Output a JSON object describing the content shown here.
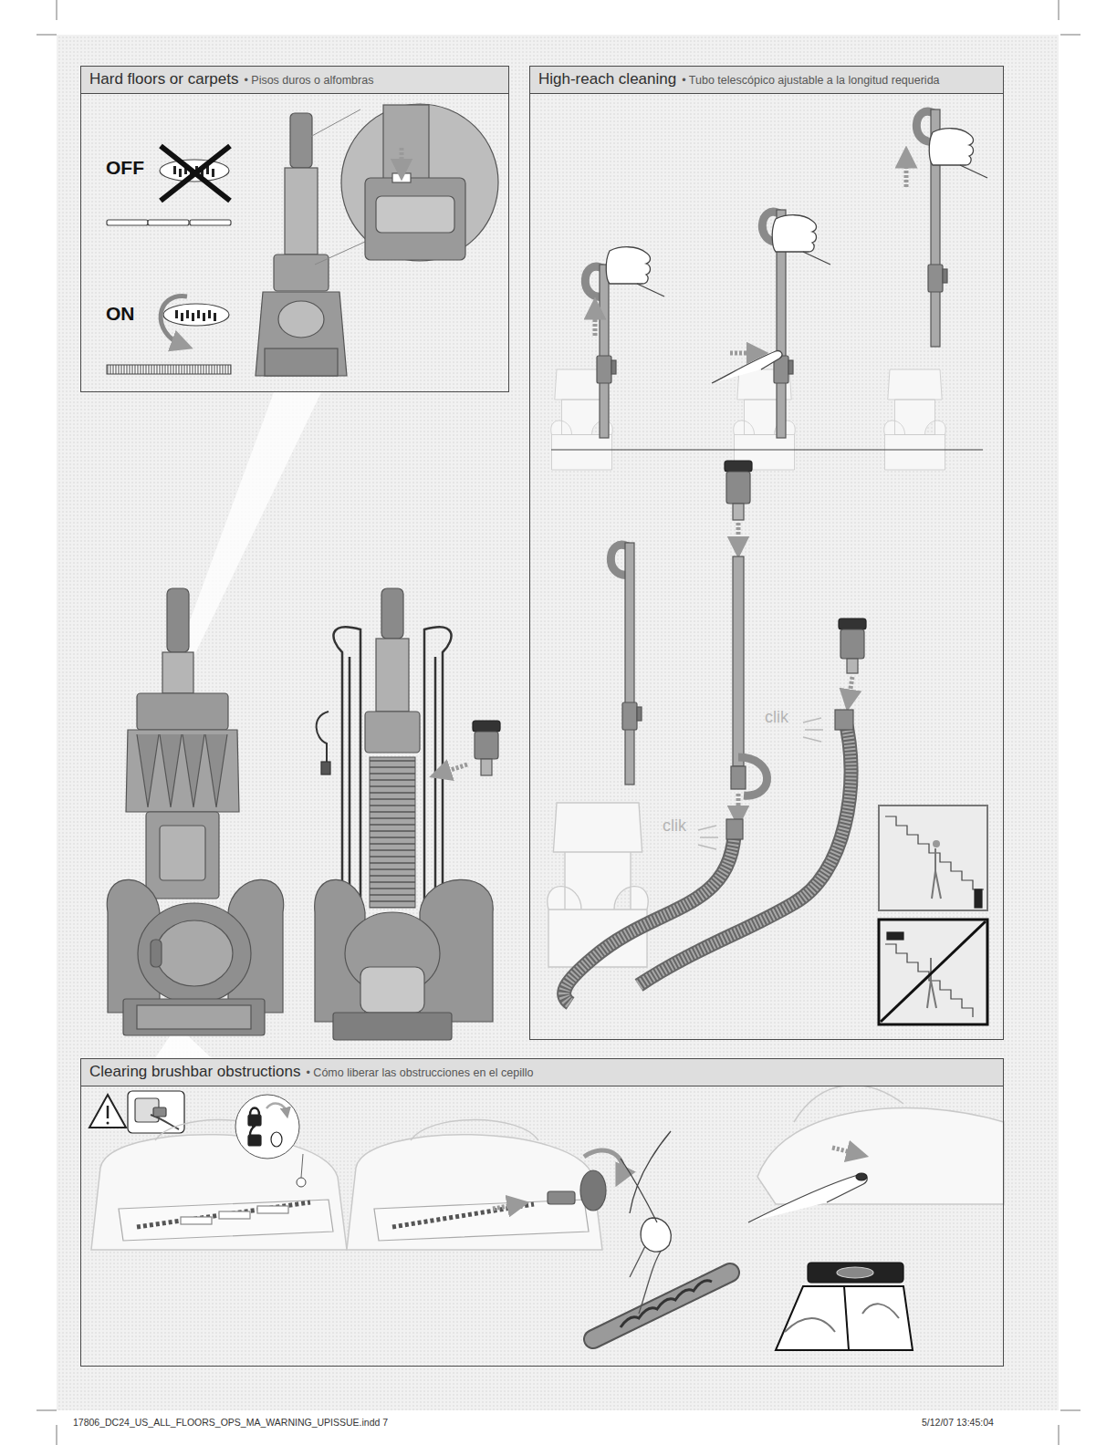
{
  "diagram": {
    "nodes": [
      {
        "text": [
          "Hard floors or carpets",
          "• Pisos duros o alfombras"
        ]
      },
      {
        "text": [
          "High-reach cleaning",
          "• Tubo telescópico ajustable a la longitud requerida"
        ]
      },
      {
        "text": [
          "Clearing brushbar obstructions",
          "• Cómo liberar las obstrucciones en el cepillo"
        ]
      }
    ],
    "labels": [
      "OFF",
      "ON",
      "clik",
      "clik",
      "17806_DC24_US_ALL_FLOORS_OPS_MA_WARNING_UPISSUE.indd 7",
      "5/12/07 13:45:04"
    ]
  }
}
